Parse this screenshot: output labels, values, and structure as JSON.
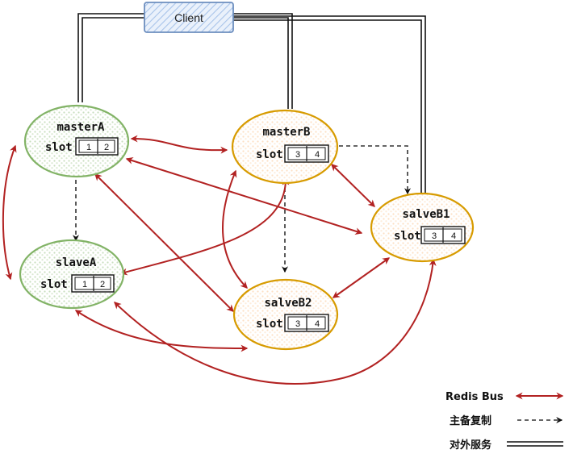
{
  "client": {
    "label": "Client"
  },
  "nodes": {
    "masterA": {
      "name": "masterA",
      "slot_label": "slot",
      "slots": [
        "1",
        "2"
      ]
    },
    "slaveA": {
      "name": "slaveA",
      "slot_label": "slot",
      "slots": [
        "1",
        "2"
      ]
    },
    "masterB": {
      "name": "masterB",
      "slot_label": "slot",
      "slots": [
        "3",
        "4"
      ]
    },
    "salveB1": {
      "name": "salveB1",
      "slot_label": "slot",
      "slots": [
        "3",
        "4"
      ]
    },
    "salveB2": {
      "name": "salveB2",
      "slot_label": "slot",
      "slots": [
        "3",
        "4"
      ]
    }
  },
  "legend": {
    "redis_bus": "Redis Bus",
    "replication": "主备复制",
    "service": "对外服务"
  },
  "colors": {
    "bus": "#b22222",
    "master_a_group_stroke": "#82b366",
    "master_a_group_fill": "#d5e8d4",
    "group_b_stroke": "#d79b00",
    "group_b_fill": "#ffe6cc",
    "client_stroke": "#6c8ebf",
    "client_fill": "#dae8fc"
  }
}
